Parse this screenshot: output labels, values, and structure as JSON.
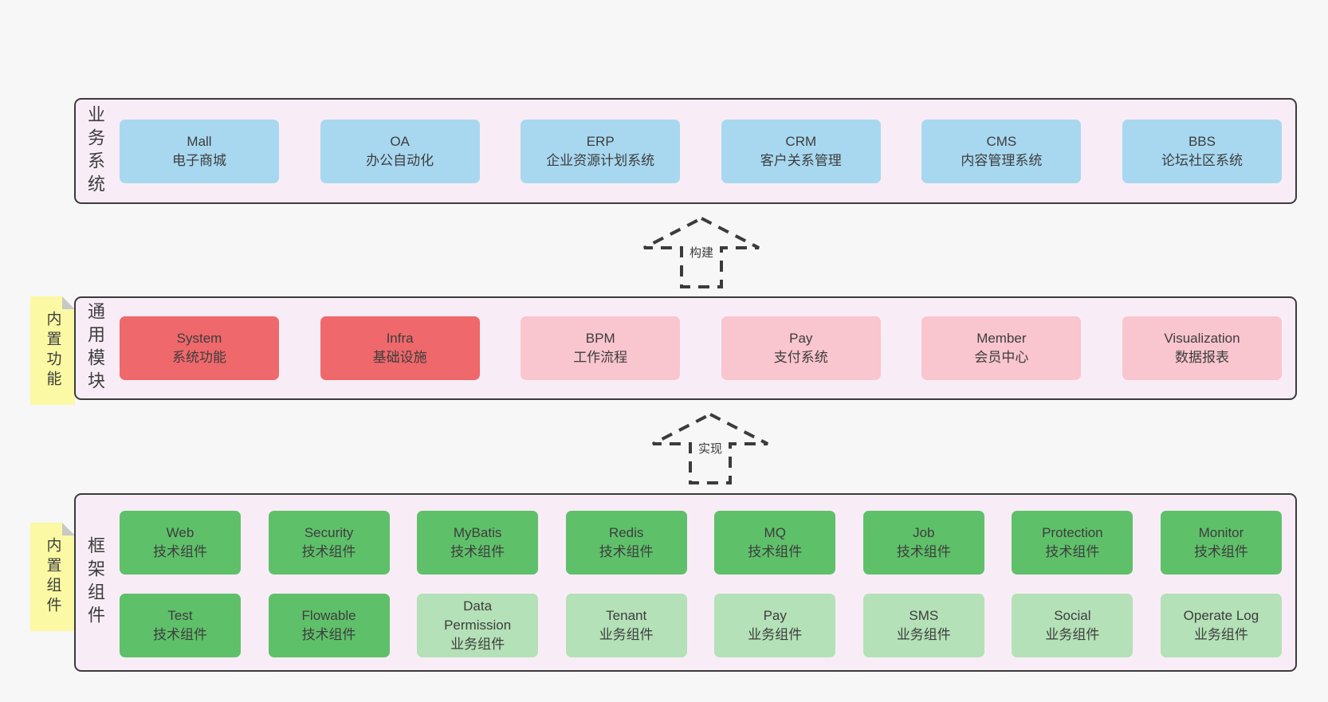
{
  "colors": {
    "page_bg": "#f7f7f7",
    "panel_bg": "#f8edf6",
    "panel_border": "#3b3b3b",
    "blue_box": "#a8d8f0",
    "red_box": "#ef686b",
    "pink_box": "#f9c5cf",
    "green_box": "#5fc06a",
    "green_light_box": "#b4e1b7",
    "sticky_yellow": "#fbf9a3",
    "sticky_fold_gray": "#c8c8c8",
    "text": "#3d3d3d"
  },
  "arrows": {
    "build_label": "构建",
    "implement_label": "实现"
  },
  "sections": {
    "business": {
      "side_label": "业务系统",
      "boxes": [
        {
          "title": "Mall",
          "subtitle": "电子商城"
        },
        {
          "title": "OA",
          "subtitle": "办公自动化"
        },
        {
          "title": "ERP",
          "subtitle": "企业资源计划系统"
        },
        {
          "title": "CRM",
          "subtitle": "客户关系管理"
        },
        {
          "title": "CMS",
          "subtitle": "内容管理系统"
        },
        {
          "title": "BBS",
          "subtitle": "论坛社区系统"
        }
      ]
    },
    "modules": {
      "side_label": "通用模块",
      "sticky_label": "内置功能",
      "boxes": [
        {
          "title": "System",
          "subtitle": "系统功能"
        },
        {
          "title": "Infra",
          "subtitle": "基础设施"
        },
        {
          "title": "BPM",
          "subtitle": "工作流程"
        },
        {
          "title": "Pay",
          "subtitle": "支付系统"
        },
        {
          "title": "Member",
          "subtitle": "会员中心"
        },
        {
          "title": "Visualization",
          "subtitle": "数据报表"
        }
      ]
    },
    "components": {
      "side_label": "框架组件",
      "sticky_label": "内置组件",
      "row1": [
        {
          "title": "Web",
          "subtitle": "技术组件"
        },
        {
          "title": "Security",
          "subtitle": "技术组件"
        },
        {
          "title": "MyBatis",
          "subtitle": "技术组件"
        },
        {
          "title": "Redis",
          "subtitle": "技术组件"
        },
        {
          "title": "MQ",
          "subtitle": "技术组件"
        },
        {
          "title": "Job",
          "subtitle": "技术组件"
        },
        {
          "title": "Protection",
          "subtitle": "技术组件"
        },
        {
          "title": "Monitor",
          "subtitle": "技术组件"
        }
      ],
      "row2": [
        {
          "title": "Test",
          "subtitle": "技术组件"
        },
        {
          "title": "Flowable",
          "subtitle": "技术组件"
        },
        {
          "title": "Data Permission",
          "subtitle": "业务组件"
        },
        {
          "title": "Tenant",
          "subtitle": "业务组件"
        },
        {
          "title": "Pay",
          "subtitle": "业务组件"
        },
        {
          "title": "SMS",
          "subtitle": "业务组件"
        },
        {
          "title": "Social",
          "subtitle": "业务组件"
        },
        {
          "title": "Operate Log",
          "subtitle": "业务组件"
        }
      ]
    }
  }
}
